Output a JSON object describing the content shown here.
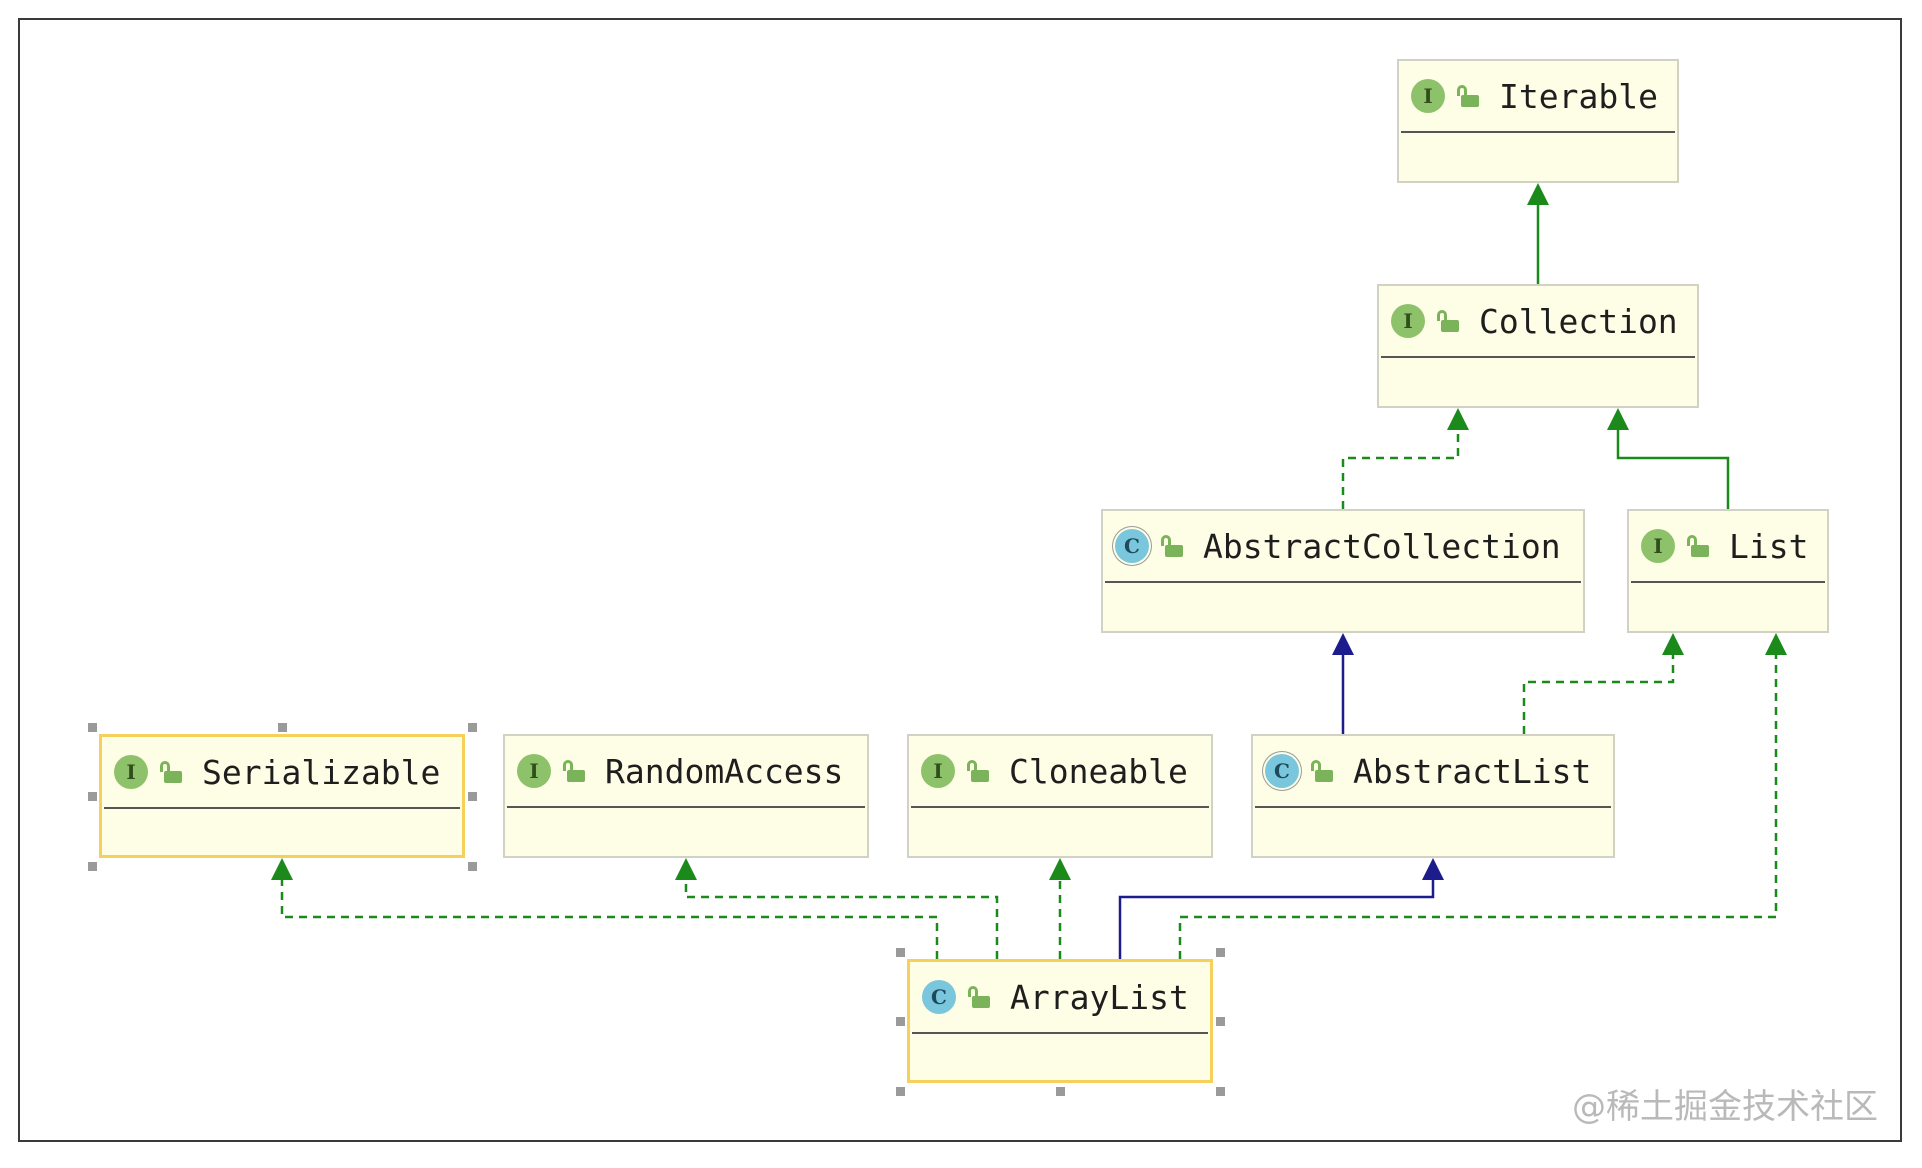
{
  "diagram": {
    "nodes": [
      {
        "id": "iterable",
        "name": "Iterable",
        "kind": "interface",
        "badge": "I"
      },
      {
        "id": "collection",
        "name": "Collection",
        "kind": "interface",
        "badge": "I"
      },
      {
        "id": "abstract_collection",
        "name": "AbstractCollection",
        "kind": "abstract-class",
        "badge": "C"
      },
      {
        "id": "list",
        "name": "List",
        "kind": "interface",
        "badge": "I"
      },
      {
        "id": "serializable",
        "name": "Serializable",
        "kind": "interface",
        "badge": "I"
      },
      {
        "id": "random_access",
        "name": "RandomAccess",
        "kind": "interface",
        "badge": "I"
      },
      {
        "id": "cloneable",
        "name": "Cloneable",
        "kind": "interface",
        "badge": "I"
      },
      {
        "id": "abstract_list",
        "name": "AbstractList",
        "kind": "abstract-class",
        "badge": "C"
      },
      {
        "id": "array_list",
        "name": "ArrayList",
        "kind": "class",
        "badge": "C"
      }
    ],
    "edges": [
      {
        "from": "collection",
        "to": "iterable",
        "type": "extends-interface"
      },
      {
        "from": "abstract_collection",
        "to": "collection",
        "type": "implements"
      },
      {
        "from": "list",
        "to": "collection",
        "type": "extends-interface"
      },
      {
        "from": "abstract_list",
        "to": "abstract_collection",
        "type": "extends-class"
      },
      {
        "from": "abstract_list",
        "to": "list",
        "type": "implements"
      },
      {
        "from": "array_list",
        "to": "serializable",
        "type": "implements"
      },
      {
        "from": "array_list",
        "to": "random_access",
        "type": "implements"
      },
      {
        "from": "array_list",
        "to": "cloneable",
        "type": "implements"
      },
      {
        "from": "array_list",
        "to": "abstract_list",
        "type": "extends-class"
      },
      {
        "from": "array_list",
        "to": "list",
        "type": "implements"
      }
    ],
    "colors": {
      "implements": "#1b8a1b",
      "extends_interface": "#1b8a1b",
      "extends_class": "#1c1c8c",
      "node_fill": "#fefde6",
      "selected_border": "#f5d15c",
      "interface_badge": "#8dc26a",
      "class_badge": "#7ac6dc"
    },
    "selected": [
      "serializable",
      "array_list"
    ]
  },
  "watermark": "@稀土掘金技术社区"
}
